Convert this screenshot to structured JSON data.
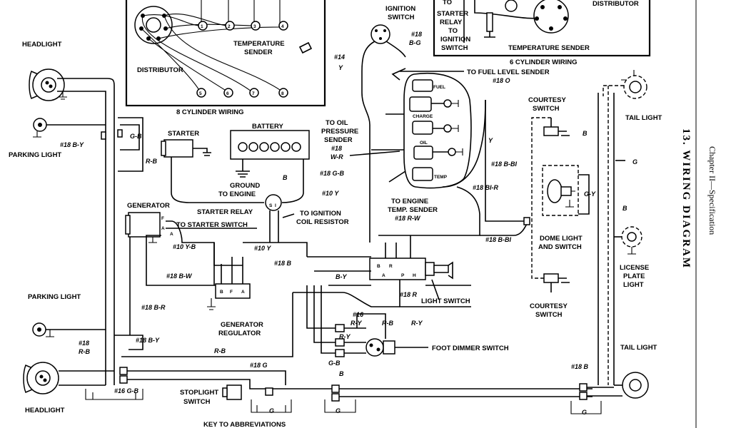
{
  "side": {
    "section": "13.  WIRING DIAGRAM",
    "chapter": "Chapter II—Specification"
  },
  "boxes": {
    "eight_cyl": "8 CYLINDER WIRING",
    "six_cyl": "6 CYLINDER WIRING"
  },
  "components": {
    "headlight_top": "HEADLIGHT",
    "headlight_bottom": "HEADLIGHT",
    "parking_light_top": "PARKING LIGHT",
    "parking_light_bottom": "PARKING LIGHT",
    "distributor_8": "DISTRIBUTOR",
    "temp_sender_8a": "TEMPERATURE",
    "temp_sender_8b": "SENDER",
    "distributor_6": "DISTRIBUTOR",
    "temp_sender_6": "TEMPERATURE SENDER",
    "to_starter_relay_1": "TO",
    "to_starter_relay_2": "STARTER",
    "to_starter_relay_3": "RELAY",
    "to_ign_switch_1": "TO",
    "to_ign_switch_2": "IGNITION",
    "to_ign_switch_3": "SWITCH",
    "ignition_switch_1": "IGNITION",
    "ignition_switch_2": "SWITCH",
    "starter": "STARTER",
    "battery": "BATTERY",
    "ground_1": "GROUND",
    "ground_2": "TO ENGINE",
    "starter_relay": "STARTER RELAY",
    "to_ign_coil_1": "TO IGNITION",
    "to_ign_coil_2": "COIL RESISTOR",
    "generator": "GENERATOR",
    "to_starter_switch": "TO STARTER SWITCH",
    "gen_reg_1": "GENERATOR",
    "gen_reg_2": "REGULATOR",
    "to_fuel_sender": "TO FUEL LEVEL SENDER",
    "to_oil_1": "TO OIL",
    "to_oil_2": "PRESSURE",
    "to_oil_3": "SENDER",
    "to_eng_1": "TO ENGINE",
    "to_eng_2": "TEMP. SENDER",
    "courtesy_top_1": "COURTESY",
    "courtesy_top_2": "SWITCH",
    "courtesy_bottom_1": "COURTESY",
    "courtesy_bottom_2": "SWITCH",
    "dome_1": "DOME LIGHT",
    "dome_2": "AND SWITCH",
    "tail_light_top": "TAIL LIGHT",
    "tail_light_bottom": "TAIL LIGHT",
    "license_1": "LICENSE",
    "license_2": "PLATE",
    "license_3": "LIGHT",
    "light_switch": "LIGHT SWITCH",
    "foot_dimmer": "FOOT DIMMER SWITCH",
    "stoplight_1": "STOPLIGHT",
    "stoplight_2": "SWITCH",
    "key": "KEY TO ABBREVIATIONS"
  },
  "gauge_labels": {
    "fuel": "FUEL",
    "charge": "CHARGE",
    "oil": "OIL",
    "temp": "TEMP"
  },
  "terminals": {
    "t1": "1",
    "t2": "2",
    "t3": "3",
    "t4": "4",
    "t5": "5",
    "t6": "6",
    "t7": "7",
    "t8": "8",
    "gen_f": "F",
    "gen_a": "A",
    "gen_a2": "A",
    "reg_b": "B",
    "reg_f": "F",
    "reg_a": "A",
    "relay_s": "S",
    "relay_i": "I",
    "ls_b": "B",
    "ls_r": "R",
    "ls_a": "A",
    "ls_p": "P",
    "ls_h": "H"
  },
  "wires": {
    "w_18_by_1": "#18  B-Y",
    "w_gb": "G-B",
    "w_rb_1": "R-B",
    "w_14": "#14",
    "w_y_1": "Y",
    "w_18_bg_1": "#18",
    "w_18_bg_2": "B-G",
    "w_18_o": "#18  O",
    "w_b_1": "B",
    "w_18_gb": "#18  G-B",
    "w_10_y_1": "#10  Y",
    "w_18_wr_1": "#18",
    "w_18_wr_2": "W-R",
    "w_18_bir_1": "#18  BI-R",
    "w_18_rw": "#18  R-W",
    "w_10_yb": "#10  Y-B",
    "w_10_y_2": "#10  Y",
    "w_18_bw": "#18  B-W",
    "w_18_br": "#18  B-R",
    "w_18_b_ls": "#18  B",
    "w_by_ls": "B-Y",
    "w_18_r": "#18  R",
    "w_ry": "R-Y",
    "w_y_2": "Y",
    "w_18_bibk": "#18  B-BI",
    "w_18_bi": "#18  B-BI",
    "w_gy": "G-Y",
    "w_b_2": "B",
    "w_g_1": "G",
    "w_b_3": "B",
    "w_18_bl": "#18",
    "w_rb_2": "R-B",
    "w_18_by_2": "#18  B-Y",
    "w_rb_3": "R-B",
    "w_16_ry_1": "#16",
    "w_16_ry_2": "R-Y",
    "w_rb_4": "R-B",
    "w_gb_2": "G-B",
    "w_18_g": "#18  G",
    "w_b_4": "B",
    "w_16_gb": "#16  G-B",
    "w_g_2": "G",
    "w_g_3": "G",
    "w_g_4": "G",
    "w_18_b_2": "#18  B",
    "w_ry_2": "R-Y"
  }
}
